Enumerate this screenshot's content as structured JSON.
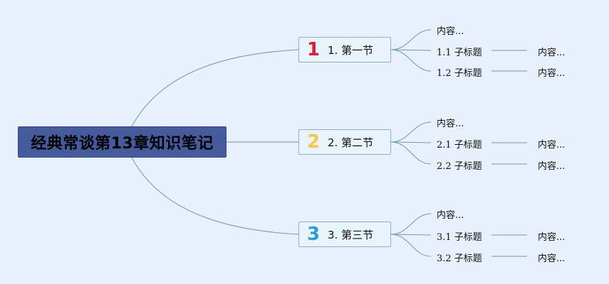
{
  "root": {
    "title": "经典常谈第13章知识笔记"
  },
  "colors": {
    "background": "#e8f0fd",
    "root_fill": "#465b9c",
    "link": "#6e9aa5",
    "num_1": "#d81e3a",
    "num_2": "#f2c94c",
    "num_3": "#2a9fd6"
  },
  "sections": [
    {
      "num": "1",
      "label": "1. 第一节",
      "content": "内容...",
      "subs": [
        {
          "title": "1.1 子标题",
          "content": "内容..."
        },
        {
          "title": "1.2 子标题",
          "content": "内容..."
        }
      ]
    },
    {
      "num": "2",
      "label": "2. 第二节",
      "content": "内容...",
      "subs": [
        {
          "title": "2.1 子标题",
          "content": "内容..."
        },
        {
          "title": "2.2 子标题",
          "content": "内容..."
        }
      ]
    },
    {
      "num": "3",
      "label": "3. 第三节",
      "content": "内容...",
      "subs": [
        {
          "title": "3.1 子标题",
          "content": "内容..."
        },
        {
          "title": "3.2 子标题",
          "content": "内容..."
        }
      ]
    }
  ]
}
